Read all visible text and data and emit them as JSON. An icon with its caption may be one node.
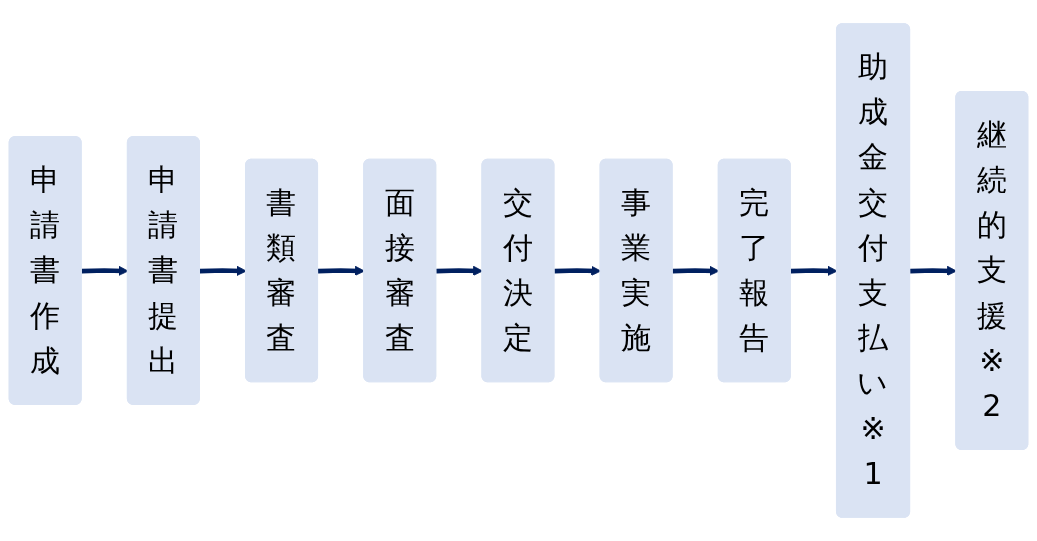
{
  "diagram": {
    "nodes": [
      {
        "text": [
          "申請書作成"
        ]
      },
      {
        "text": [
          "申請書提出"
        ]
      },
      {
        "text": [
          "書類審査"
        ]
      },
      {
        "text": [
          "面接審査"
        ]
      },
      {
        "text": [
          "交付決定"
        ]
      },
      {
        "text": [
          "事業実施"
        ]
      },
      {
        "text": [
          "完了報告"
        ]
      },
      {
        "text": [
          "助成金交付支払い※1"
        ]
      },
      {
        "text": [
          "継続的支援※2"
        ]
      }
    ],
    "edges": [
      {
        "from": 0,
        "to": 1,
        "arrow": "to"
      },
      {
        "from": 1,
        "to": 2,
        "arrow": "to"
      },
      {
        "from": 2,
        "to": 3,
        "arrow": "to"
      },
      {
        "from": 3,
        "to": 4,
        "arrow": "to"
      },
      {
        "from": 4,
        "to": 5,
        "arrow": "to"
      },
      {
        "from": 5,
        "to": 6,
        "arrow": "to"
      },
      {
        "from": 6,
        "to": 7,
        "arrow": "to"
      },
      {
        "from": 7,
        "to": 8,
        "arrow": "to"
      }
    ]
  }
}
